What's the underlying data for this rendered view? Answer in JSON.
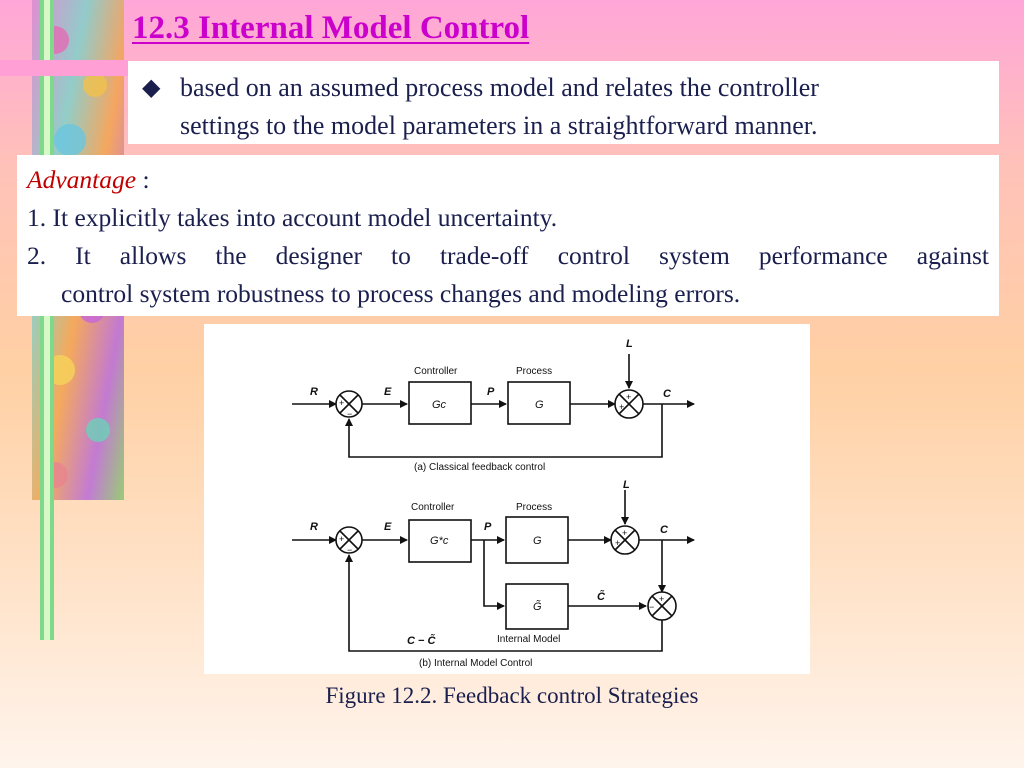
{
  "slide": {
    "title": "12.3 Internal Model Control",
    "intro_line1": "based on an assumed process model and relates the controller",
    "intro_line2": "settings to the model parameters in a straightforward manner.",
    "advantage_heading": "Advantage",
    "advantage_colon": " :",
    "item1": "1. It explicitly takes into account model uncertainty.",
    "item2_line1": "2. It allows the designer to trade-off control system performance against",
    "item2_line2": "control system robustness to process changes and modeling errors.",
    "caption": "Figure 12.2. Feedback control Strategies"
  },
  "diagram": {
    "a": {
      "r": "R",
      "e": "E",
      "p": "P",
      "c": "C",
      "l": "L",
      "controller_label": "Controller",
      "process_label": "Process",
      "controller_block": "Gc",
      "process_block": "G",
      "plus": "+",
      "minus": "−",
      "caption": "(a) Classical feedback control"
    },
    "b": {
      "r": "R",
      "e": "E",
      "p": "P",
      "c": "C",
      "l": "L",
      "controller_label": "Controller",
      "process_label": "Process",
      "controller_block": "G*c",
      "process_block": "G",
      "model_block": "G̃",
      "c_tilde": "C̃",
      "model_label": "Internal Model",
      "feedback_label": "C − C̃",
      "plus": "+",
      "minus": "−",
      "caption": "(b) Internal Model Control"
    }
  },
  "colors": {
    "title": "#cc00cc",
    "advantage": "#c00000",
    "body_text": "#1a1f4e"
  }
}
